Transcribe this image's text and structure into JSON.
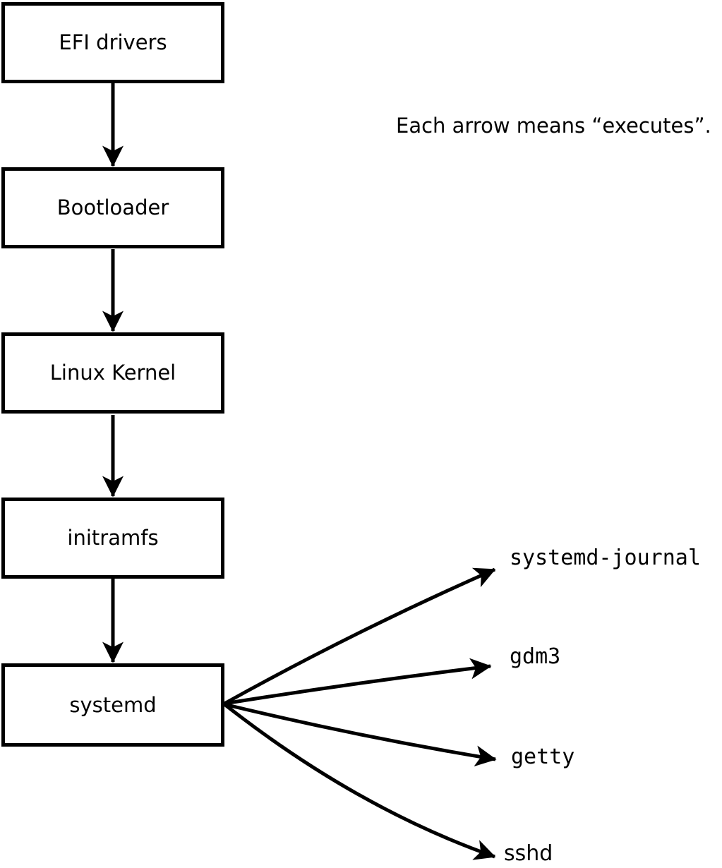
{
  "diagram": {
    "caption": "Each arrow means “executes”.",
    "nodes": [
      {
        "label": "EFI drivers"
      },
      {
        "label": "Bootloader"
      },
      {
        "label": "Linux Kernel"
      },
      {
        "label": "initramfs"
      },
      {
        "label": "systemd"
      }
    ],
    "spawned_processes": [
      {
        "label": "systemd-journal"
      },
      {
        "label": "gdm3"
      },
      {
        "label": "getty"
      },
      {
        "label": "sshd"
      }
    ],
    "colors": {
      "line": "#000000",
      "box_fill": "#ffffff",
      "background": "#ffffff",
      "text": "#000000"
    }
  }
}
